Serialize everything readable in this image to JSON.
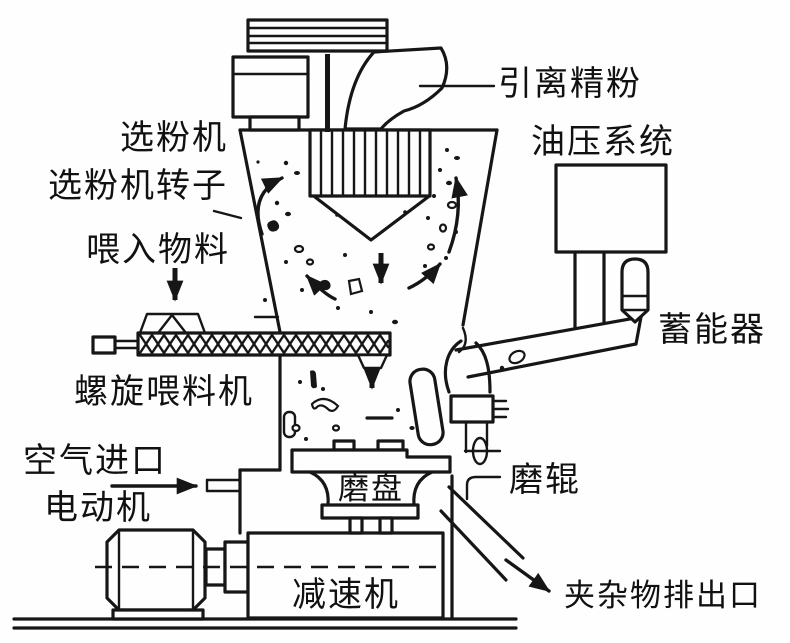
{
  "diagram": {
    "labels": {
      "fine_powder_outlet": "引离精粉",
      "classifier": "选粉机",
      "classifier_rotor": "选粉机转子",
      "hydraulic_system": "油压系统",
      "feed_material": "喂入物料",
      "accumulator": "蓄能器",
      "screw_feeder": "螺旋喂料机",
      "air_inlet": "空气进口",
      "motor": "电动机",
      "grinding_table": "磨盘",
      "grinding_roller": "磨辊",
      "reducer": "减速机",
      "impurity_outlet": "夹杂物排出口"
    },
    "colors": {
      "line": "#161616",
      "background": "#fefefe"
    }
  }
}
